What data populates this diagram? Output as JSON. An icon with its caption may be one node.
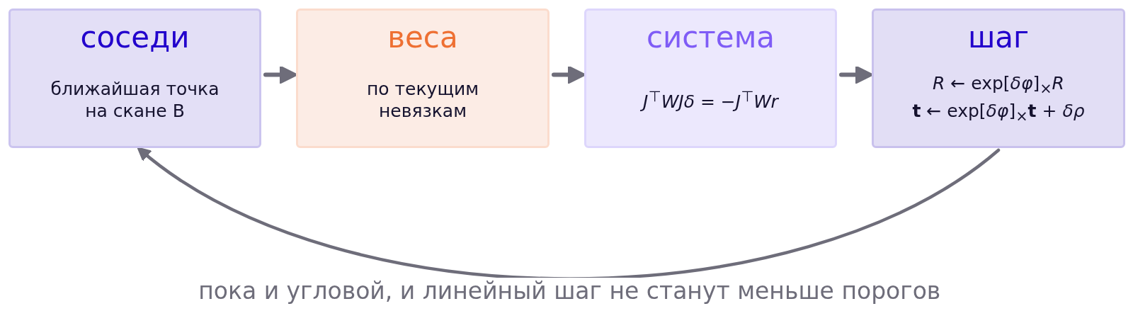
{
  "diagram": {
    "nodes": [
      {
        "text": [
          "соседи",
          "ближайшая точка на скане B"
        ]
      },
      {
        "text": [
          "веса",
          "по текущим невязкам"
        ]
      },
      {
        "text": [
          "система",
          "*J*$^{⊤}$*WJδ* = −*J*$^{⊤}$*Wr*"
        ]
      },
      {
        "text": [
          "шаг",
          "*R* ← exp[*δφ*]$_{×}$*R*",
          "**t** ← exp[*δφ*]$_{×}$**t** + *δρ*"
        ]
      }
    ],
    "edges": [
      {
        "from": 0,
        "to": 1,
        "arrow": "to"
      },
      {
        "from": 1,
        "to": 2,
        "arrow": "to"
      },
      {
        "from": 2,
        "to": 3,
        "arrow": "to"
      },
      {
        "from": 3,
        "to": 0,
        "arrow": "to",
        "label": "пока и угловой, и линейный шаг не станут меньше порогов"
      }
    ]
  }
}
